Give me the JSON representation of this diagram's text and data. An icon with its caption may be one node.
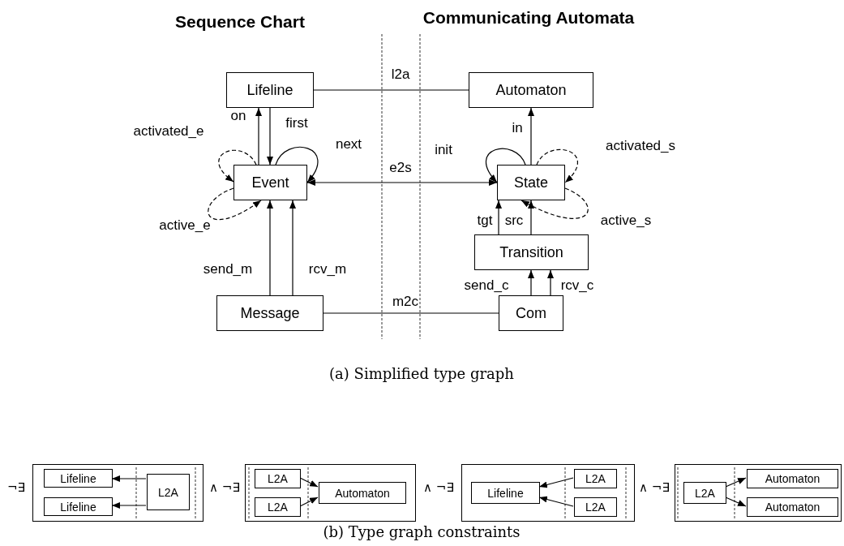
{
  "diagram": {
    "nodes": [
      {
        "text": [
          "Lifeline"
        ]
      },
      {
        "text": [
          "Automaton"
        ]
      },
      {
        "text": [
          "Event"
        ]
      },
      {
        "text": [
          "State"
        ]
      },
      {
        "text": [
          "Transition"
        ]
      },
      {
        "text": [
          "Message"
        ]
      },
      {
        "text": [
          "Com"
        ]
      },
      {
        "text": [],
        "shape": "box"
      },
      {
        "text": [
          "Lifeline"
        ],
        "in": 7
      },
      {
        "text": [
          "L2A"
        ],
        "in": 7
      },
      {
        "text": [
          "Lifeline"
        ],
        "in": 7
      },
      {
        "text": [],
        "shape": "box"
      },
      {
        "text": [
          "L2A"
        ],
        "in": 11
      },
      {
        "text": [
          "Automaton"
        ],
        "in": 11
      },
      {
        "text": [
          "L2A"
        ],
        "in": 11
      },
      {
        "text": [],
        "shape": "box"
      },
      {
        "text": [
          "Lifeline"
        ],
        "in": 15
      },
      {
        "text": [
          "L2A"
        ],
        "in": 15
      },
      {
        "text": [
          "L2A"
        ],
        "in": 15
      },
      {
        "text": [],
        "shape": "box"
      },
      {
        "text": [
          "Automaton"
        ],
        "in": 19
      },
      {
        "text": [
          "L2A"
        ],
        "in": 19
      },
      {
        "text": [
          "Automaton"
        ],
        "in": 19
      }
    ],
    "edges": [
      {
        "from": 0,
        "to": 1,
        "arrow": "none",
        "label": "l2a"
      },
      {
        "from": 2,
        "to": 0,
        "arrow": "to",
        "label": "on"
      },
      {
        "from": 0,
        "to": 2,
        "arrow": "to",
        "label": "first"
      },
      {
        "from": 2,
        "to": 2,
        "arrow": "to",
        "label": "next"
      },
      {
        "from": 2,
        "to": 2,
        "arrow": "to",
        "label": "activated_e",
        "style": "dashed"
      },
      {
        "from": 2,
        "to": 2,
        "arrow": "to",
        "label": "active_e",
        "style": "dashed"
      },
      {
        "from": 2,
        "to": 3,
        "arrow": "both",
        "label": "e2s"
      },
      {
        "from": 3,
        "to": 1,
        "arrow": "to",
        "label": "in"
      },
      {
        "from": 3,
        "to": 3,
        "arrow": "to",
        "label": "init"
      },
      {
        "from": 3,
        "to": 3,
        "arrow": "to",
        "label": "activated_s",
        "style": "dashed"
      },
      {
        "from": 3,
        "to": 3,
        "arrow": "to",
        "label": "active_s",
        "style": "dashed"
      },
      {
        "from": 4,
        "to": 3,
        "arrow": "to",
        "label": "tgt"
      },
      {
        "from": 4,
        "to": 3,
        "arrow": "to",
        "label": "src"
      },
      {
        "from": 5,
        "to": 2,
        "arrow": "to",
        "label": "send_m"
      },
      {
        "from": 5,
        "to": 2,
        "arrow": "to",
        "label": "rcv_m"
      },
      {
        "from": 5,
        "to": 6,
        "arrow": "none",
        "label": "m2c"
      },
      {
        "from": 6,
        "to": 4,
        "arrow": "to",
        "label": "send_c"
      },
      {
        "from": 6,
        "to": 4,
        "arrow": "to",
        "label": "rcv_c"
      },
      {
        "from": 9,
        "to": 8,
        "arrow": "to"
      },
      {
        "from": 9,
        "to": 10,
        "arrow": "to"
      },
      {
        "from": 12,
        "to": 13,
        "arrow": "to"
      },
      {
        "from": 14,
        "to": 13,
        "arrow": "to"
      },
      {
        "from": 17,
        "to": 16,
        "arrow": "to"
      },
      {
        "from": 18,
        "to": 16,
        "arrow": "to"
      },
      {
        "from": 21,
        "to": 20,
        "arrow": "to"
      },
      {
        "from": 21,
        "to": 22,
        "arrow": "to"
      }
    ],
    "labels": [
      "Sequence Chart",
      "Communicating Automata",
      "(a) Simplified type graph",
      "¬∃",
      "∧ ¬∃",
      "∧ ¬∃",
      "∧ ¬∃",
      "(b) Type graph constraints"
    ]
  }
}
